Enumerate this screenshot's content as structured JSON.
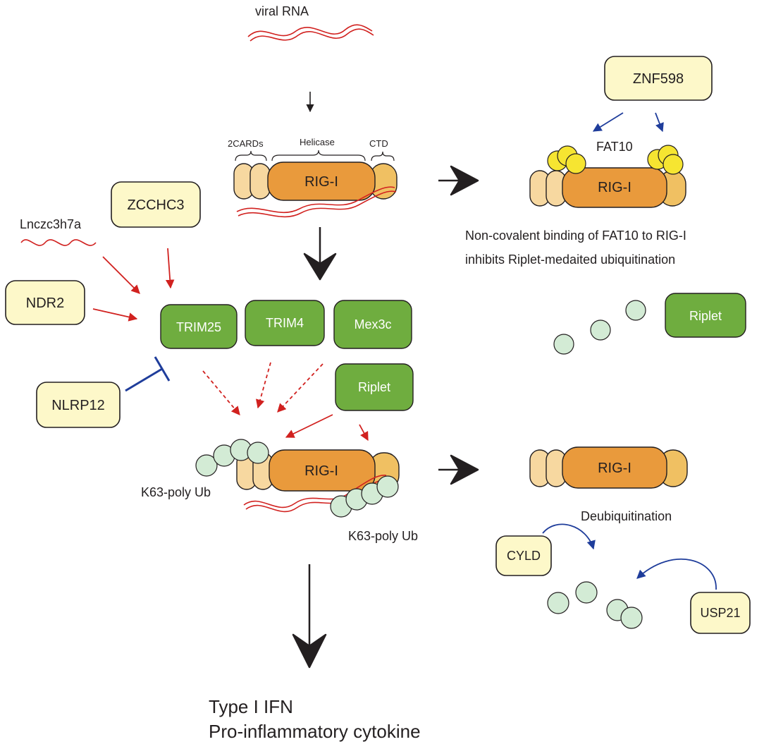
{
  "labels": {
    "viral_rna": "viral RNA",
    "cards": "2CARDs",
    "helicase": "Helicase",
    "ctd": "CTD",
    "rigi": "RIG-I",
    "fat10": "FAT10",
    "fat10_note_line1": "Non-covalent binding of FAT10 to RIG-I",
    "fat10_note_line2": "inhibits Riplet-medaited ubiquitination",
    "k63": "K63-poly Ub",
    "deubiquitination": "Deubiquitination",
    "output_line1": "Type I IFN",
    "output_line2": "Pro-inflammatory cytokine"
  },
  "regulators": {
    "zcchc3": "ZCCHC3",
    "lnczc3h7a": "Lnczc3h7a",
    "ndr2": "NDR2",
    "nlrp12": "NLRP12",
    "znf598": "ZNF598",
    "cyld": "CYLD",
    "usp21": "USP21"
  },
  "ligases": {
    "trim25": "TRIM25",
    "trim4": "TRIM4",
    "mex3c": "Mex3c",
    "riplet": "Riplet"
  },
  "colors": {
    "activation_arrow": "#d1211f",
    "inhibition": "#1f3d9b",
    "main_arrow": "#231f20",
    "ligase_green": "#6fad3f",
    "regulator_yellow": "#fdf8c9"
  }
}
